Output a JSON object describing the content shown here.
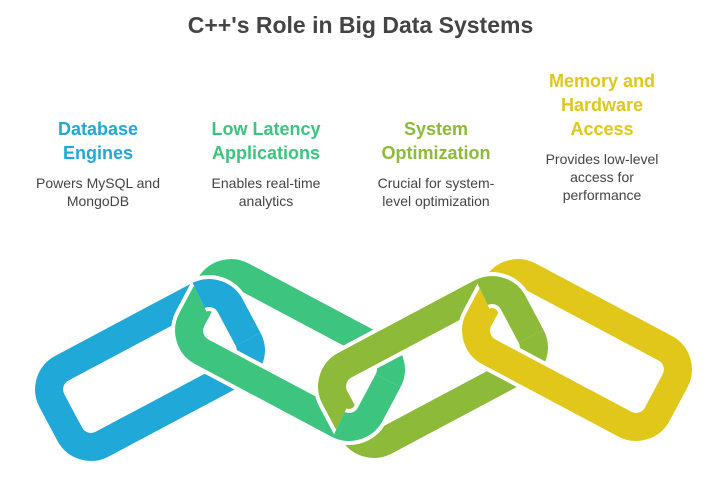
{
  "title": "C++'s Role in Big Data Systems",
  "columns": [
    {
      "heading": "Database Engines",
      "heading_lines": [
        "Database",
        "Engines"
      ],
      "description": "Powers MySQL and MongoDB",
      "description_lines": [
        "Powers MySQL and",
        "MongoDB"
      ],
      "color": "#1FA8D8"
    },
    {
      "heading": "Low Latency Applications",
      "heading_lines": [
        "Low Latency",
        "Applications"
      ],
      "description": "Enables real-time analytics",
      "description_lines": [
        "Enables real-time",
        "analytics"
      ],
      "color": "#3DC47E"
    },
    {
      "heading": "System Optimization",
      "heading_lines": [
        "System",
        "Optimization"
      ],
      "description": "Crucial for system-level optimization",
      "description_lines": [
        "Crucial for system-",
        "level optimization"
      ],
      "color": "#8DBA38"
    },
    {
      "heading": "Memory and Hardware Access",
      "heading_lines": [
        "Memory and",
        "Hardware",
        "Access"
      ],
      "description": "Provides low-level access for performance",
      "description_lines": [
        "Provides low-level",
        "access for",
        "performance"
      ],
      "color": "#E0C719"
    }
  ]
}
